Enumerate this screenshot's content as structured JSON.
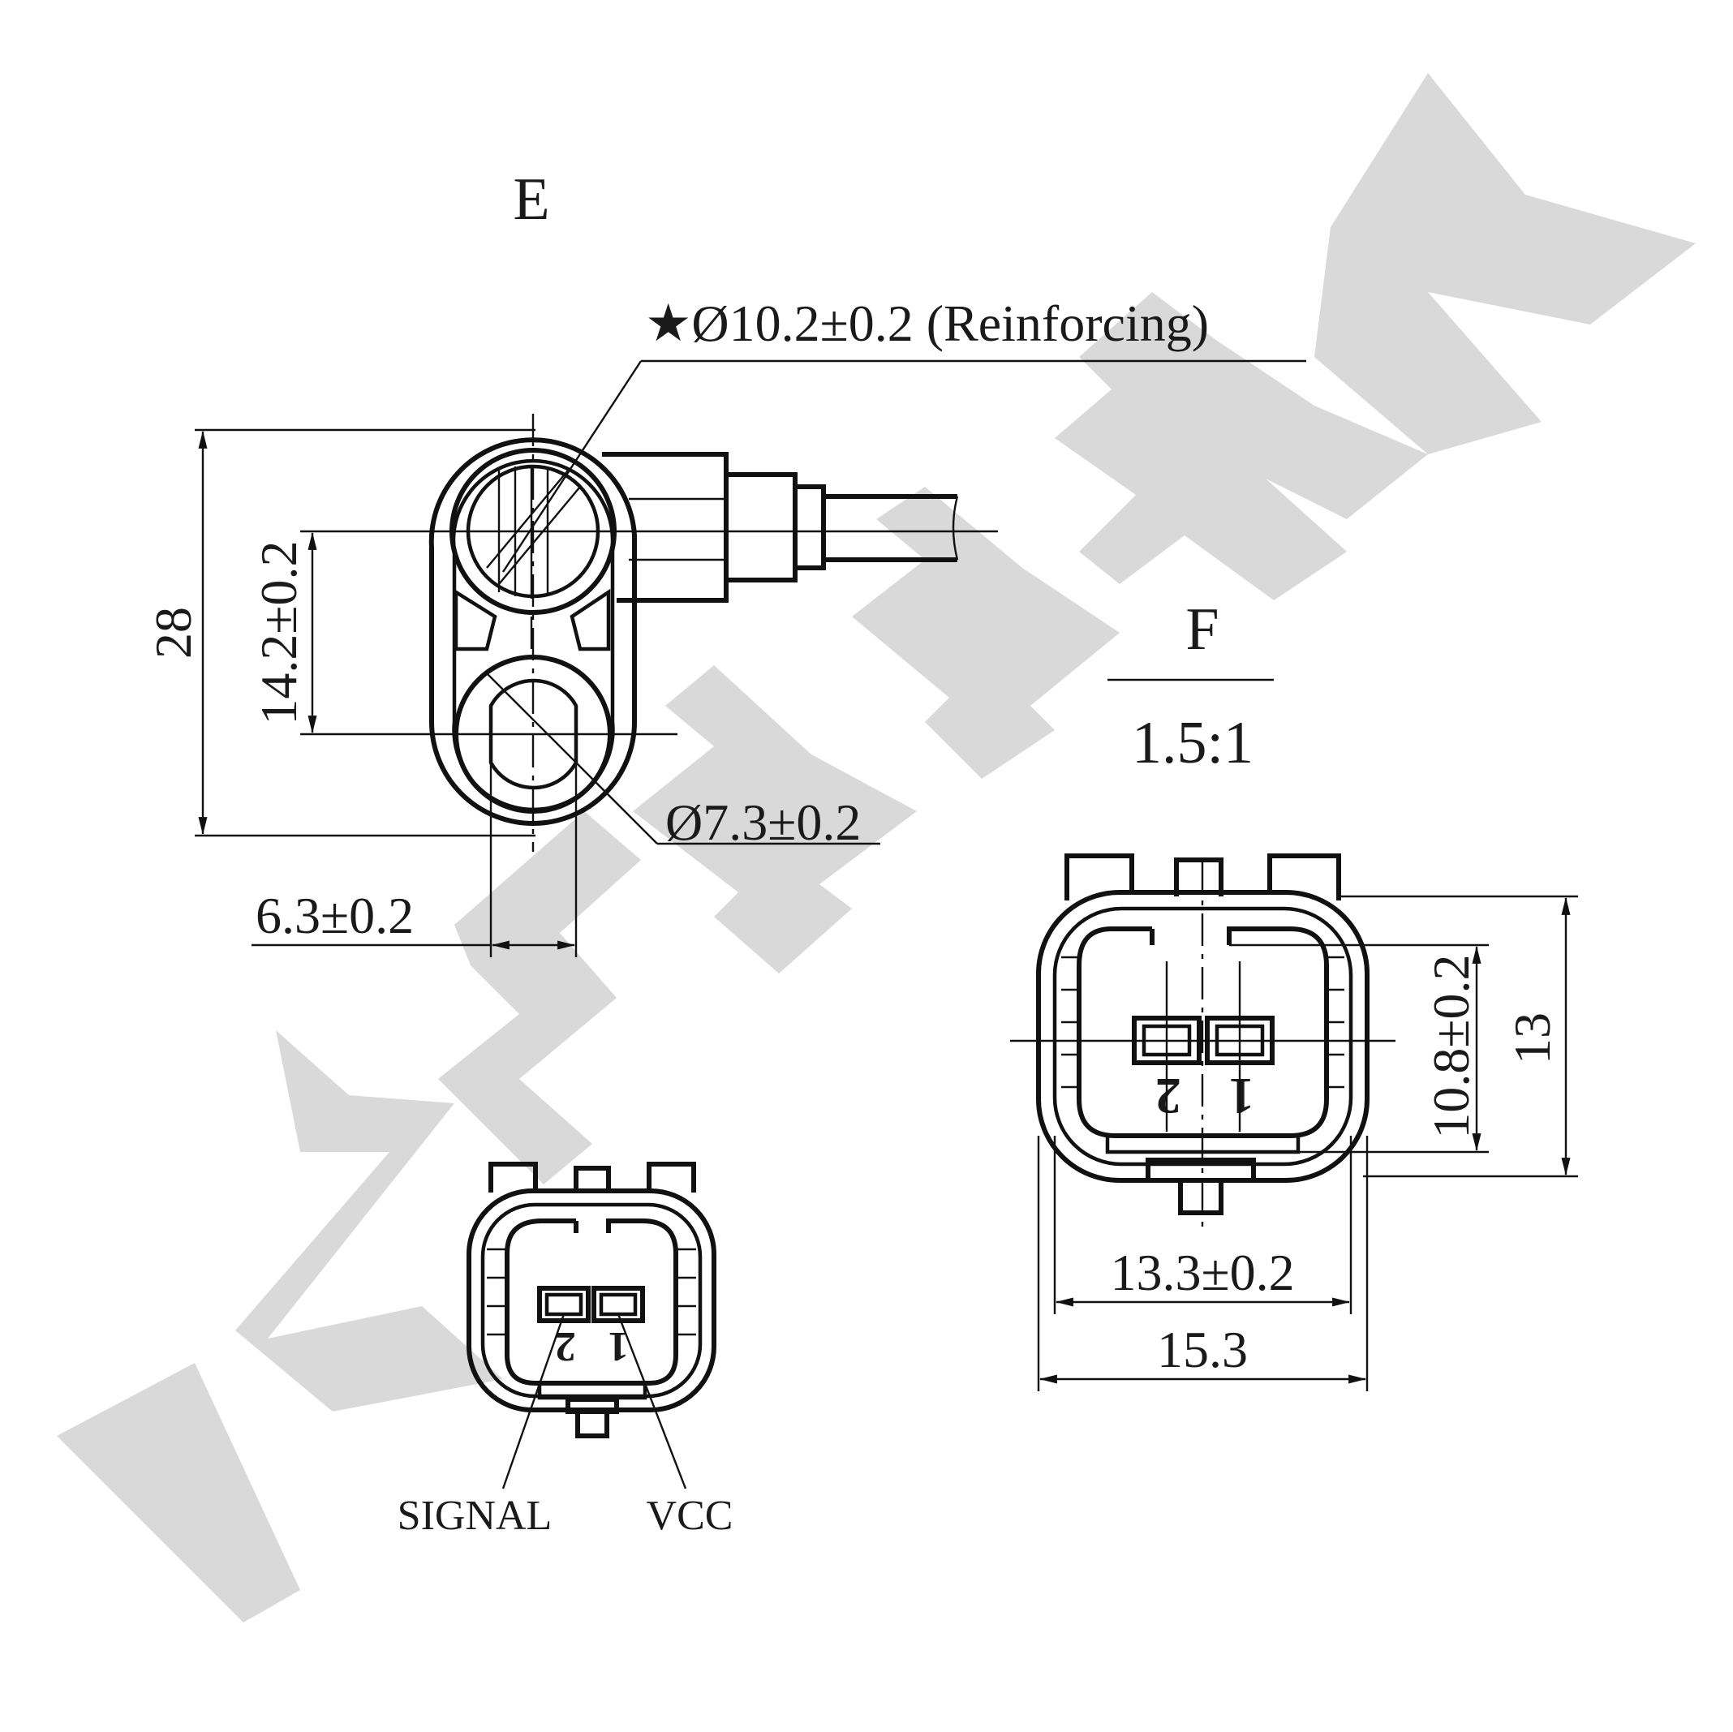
{
  "watermark": {
    "text": "ZENNEK",
    "color": "#d9d9da"
  },
  "view_e": {
    "label": "E",
    "reinforcing_callout": "★Ø10.2±0.2 (Reinforcing)",
    "dim_overall_height": "28",
    "dim_center_distance": "14.2±0.2",
    "dim_small_hole": "Ø7.3±0.2",
    "dim_flat_width": "6.3±0.2"
  },
  "view_f": {
    "label": "F",
    "scale": "1.5:1",
    "pin_2": "2",
    "pin_1": "1",
    "dim_inner_height": "10.8±0.2",
    "dim_outer_height": "13",
    "dim_inner_width": "13.3±0.2",
    "dim_outer_width": "15.3"
  },
  "connector_small": {
    "pin_2": "2",
    "pin_1": "1",
    "signal_label": "SIGNAL",
    "vcc_label": "VCC"
  }
}
